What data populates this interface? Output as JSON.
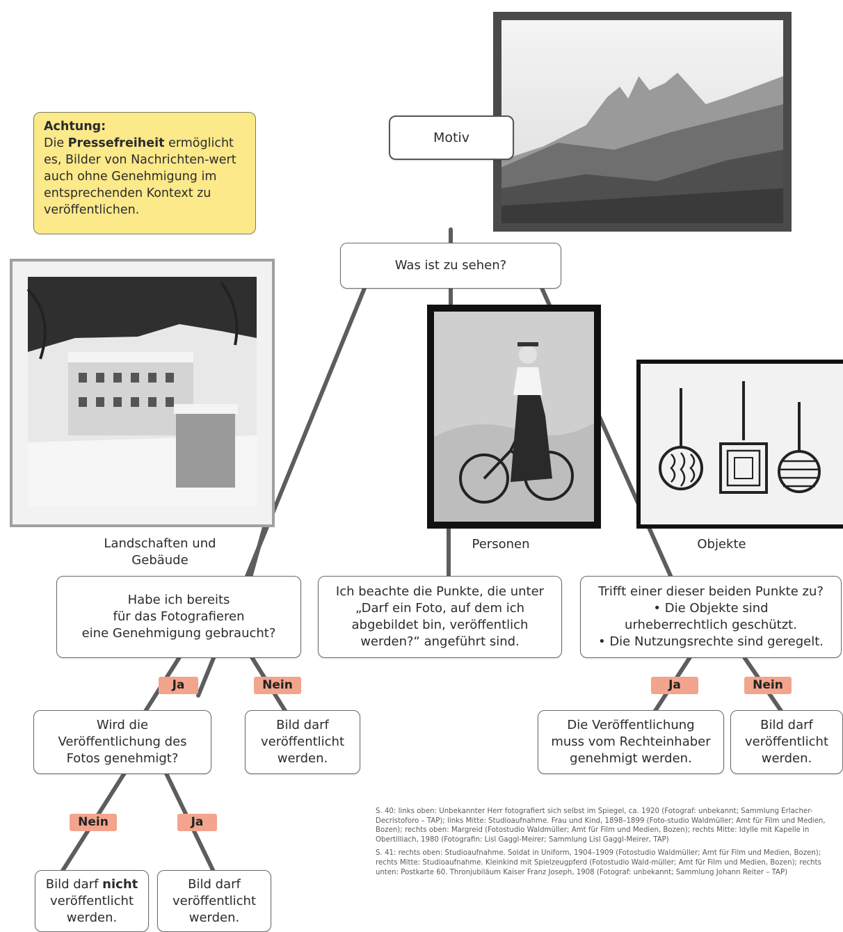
{
  "callout": {
    "title": "Achtung:",
    "text_before": "Die ",
    "text_bold": "Pressefreiheit",
    "text_after": " ermöglicht es, Bilder von Nachrichten-wert auch ohne Genehmigung im entsprechenden Kontext zu veröffentlichen."
  },
  "motiv": {
    "label": "Motiv"
  },
  "root": {
    "label": "Was ist zu sehen?"
  },
  "categories": {
    "landscape": "Landschaften und\nGebäude",
    "persons": "Personen",
    "objects": "Objekte"
  },
  "left": {
    "question": "Habe ich bereits\nfür das Fotografieren\neine Genehmigung gebraucht?",
    "ja": "Ja",
    "nein": "Nein",
    "sub_question": "Wird die\nVeröffentlichung des\nFotos genehmigt?",
    "nein_result": "Bild darf\nveröffentlicht\nwerden.",
    "sub_nein": "Nein",
    "sub_ja": "Ja",
    "final_not_before": "Bild darf ",
    "final_not_bold": "nicht",
    "final_not_after": "\nveröffentlicht\nwerden.",
    "final_yes": "Bild darf\nveröffentlicht\nwerden."
  },
  "middle": {
    "note": "Ich beachte die Punkte, die unter\n„Darf ein Foto, auf dem ich\nabgebildet bin, veröffentlich\nwerden?“ angeführt sind."
  },
  "right": {
    "question": "Trifft einer dieser beiden Punkte zu?\n• Die Objekte sind\nurheberrechtlich geschützt.\n• Die Nutzungsrechte sind geregelt.",
    "ja": "Ja",
    "nein": "Nein",
    "ja_result": "Die Veröffentlichung\nmuss vom Rechteinhaber\ngenehmigt werden.",
    "nein_result": "Bild darf\nveröffentlicht\nwerden."
  },
  "credits": [
    "S. 40: links oben: Unbekannter Herr fotografiert sich selbst im Spiegel, ca. 1920 (Fotograf: unbekannt; Sammlung Erlacher-Decristoforo – TAP); links Mitte: Studioaufnahme. Frau und Kind, 1898–1899 (Foto-studio Waldmüller; Amt für Film und Medien, Bozen); rechts oben: Margreid (Fotostudio Waldmüller; Amt für Film und Medien, Bozen); rechts Mitte: Idylle mit Kapelle in Obertilliach, 1980 (Fotografin: Lisl Gaggl-Meirer; Sammlung Lisl Gaggl-Meirer, TAP)",
    "S. 41: rechts oben: Studioaufnahme. Soldat in Uniform, 1904–1909 (Fotostudio Waldmüller; Amt für Film und Medien, Bozen); rechts Mitte: Studioaufnahme. Kleinkind mit Spielzeugpferd (Fotostudio Wald-müller; Amt für Film und Medien, Bozen); rechts unten: Postkarte 60. Thronjubiläum Kaiser Franz Joseph, 1908 (Fotograf: unbekannt; Sammlung Johann Reiter – TAP)"
  ]
}
